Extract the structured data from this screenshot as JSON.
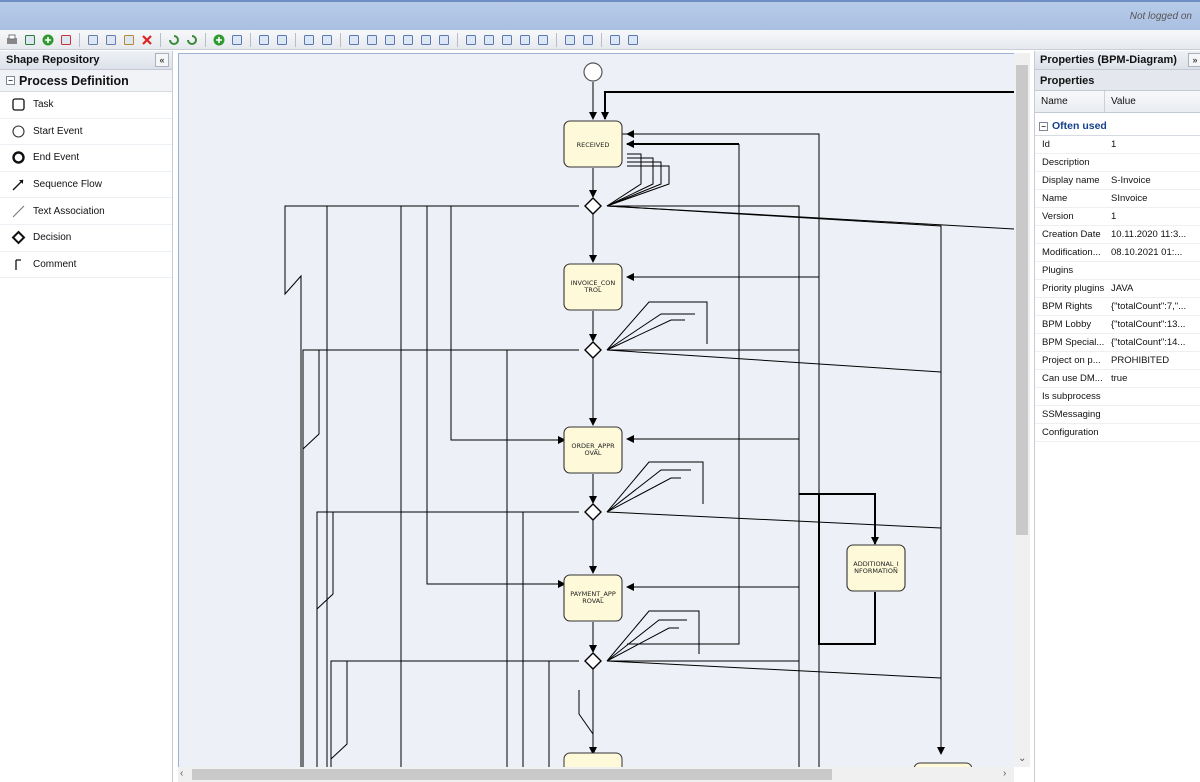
{
  "header": {
    "login_status": "Not logged on"
  },
  "toolbar": {
    "icons": [
      "print-icon",
      "save-icon",
      "add-icon",
      "pdf-icon",
      "cut-icon",
      "copy-icon",
      "paste-icon",
      "delete-icon",
      "undo-icon",
      "redo-icon",
      "add-docker-icon",
      "remove-docker-icon",
      "export-icon",
      "import-icon",
      "select-all-icon",
      "deselect-icon",
      "align-left-icon",
      "align-center-icon",
      "align-right-icon",
      "align-top-icon",
      "align-middle-icon",
      "align-bottom-icon",
      "group-icon",
      "ungroup-icon",
      "same-width-icon",
      "same-height-icon",
      "same-size-icon",
      "zoom-in-icon",
      "zoom-out-icon",
      "fit-icon",
      "grid-icon"
    ]
  },
  "repository": {
    "title": "Shape Repository",
    "group": "Process Definition",
    "items": [
      {
        "label": "Task",
        "icon": "task-icon"
      },
      {
        "label": "Start Event",
        "icon": "start-event-icon"
      },
      {
        "label": "End Event",
        "icon": "end-event-icon"
      },
      {
        "label": "Sequence Flow",
        "icon": "sequence-flow-icon"
      },
      {
        "label": "Text Association",
        "icon": "text-association-icon"
      },
      {
        "label": "Decision",
        "icon": "decision-icon"
      },
      {
        "label": "Comment",
        "icon": "comment-icon"
      }
    ]
  },
  "diagram": {
    "tasks": [
      {
        "label1": "RECEIVED",
        "label2": ""
      },
      {
        "label1": "INVOICE_CON",
        "label2": "TROL"
      },
      {
        "label1": "ORDER_APPR",
        "label2": "OVAL"
      },
      {
        "label1": "PAYMENT_APP",
        "label2": "ROVAL"
      },
      {
        "label1": "ADDITIONAL_I",
        "label2": "NFORMATION"
      }
    ]
  },
  "properties": {
    "title": "Properties (BPM-Diagram)",
    "subtitle": "Properties",
    "col_name": "Name",
    "col_value": "Value",
    "section": "Often used",
    "rows": [
      {
        "k": "Id",
        "v": "1"
      },
      {
        "k": "Description",
        "v": ""
      },
      {
        "k": "Display name",
        "v": "S-Invoice"
      },
      {
        "k": "Name",
        "v": "SInvoice"
      },
      {
        "k": "Version",
        "v": "1"
      },
      {
        "k": "Creation Date",
        "v": "10.11.2020 11:3..."
      },
      {
        "k": "Modification...",
        "v": "08.10.2021 01:..."
      },
      {
        "k": "Plugins",
        "v": ""
      },
      {
        "k": "Priority plugins",
        "v": "JAVA"
      },
      {
        "k": "BPM Rights",
        "v": "{\"totalCount\":7,\"..."
      },
      {
        "k": "BPM Lobby",
        "v": "{\"totalCount\":13..."
      },
      {
        "k": "BPM Special...",
        "v": "{\"totalCount\":14..."
      },
      {
        "k": "Project on p...",
        "v": "PROHIBITED"
      },
      {
        "k": "Can use DM...",
        "v": "true"
      },
      {
        "k": "Is subprocess",
        "v": ""
      },
      {
        "k": "SSMessaging",
        "v": ""
      },
      {
        "k": "Configuration",
        "v": ""
      }
    ]
  }
}
